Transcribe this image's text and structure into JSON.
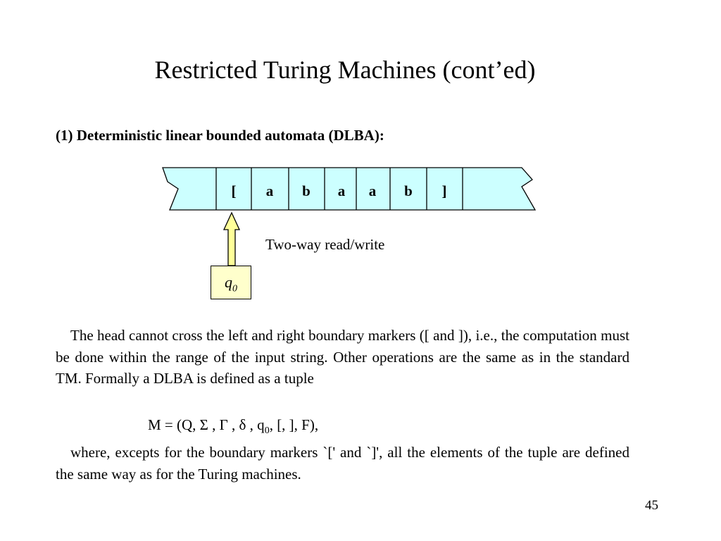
{
  "slide": {
    "title": "Restricted Turing Machines (cont’ed)",
    "subheading": "(1) Deterministic linear bounded automata (DLBA):",
    "page_number": "45"
  },
  "diagram": {
    "tape_cells": [
      "[",
      "a",
      "b",
      "a",
      "a",
      "b",
      "]"
    ],
    "head_label": "Two-way read/write",
    "state_symbol": "q",
    "state_subscript": "0",
    "colors": {
      "tape_fill": "#ccffff",
      "state_fill": "#ffffcc",
      "arrow_fill": "#ffff99"
    }
  },
  "body": {
    "paragraph1": "The head cannot cross the left and right boundary markers ([ and ]), i.e., the computation must be done within the range of the input string. Other operations are the same as in the standard TM. Formally a DLBA is defined as a tuple",
    "formula_before": "M = (Q, Σ , Γ , δ , q",
    "formula_sub": "0",
    "formula_after": ", [, ], F),",
    "paragraph2": "where, excepts for the boundary markers `[' and `]', all the elements of the tuple are defined the same way as for the Turing machines."
  }
}
